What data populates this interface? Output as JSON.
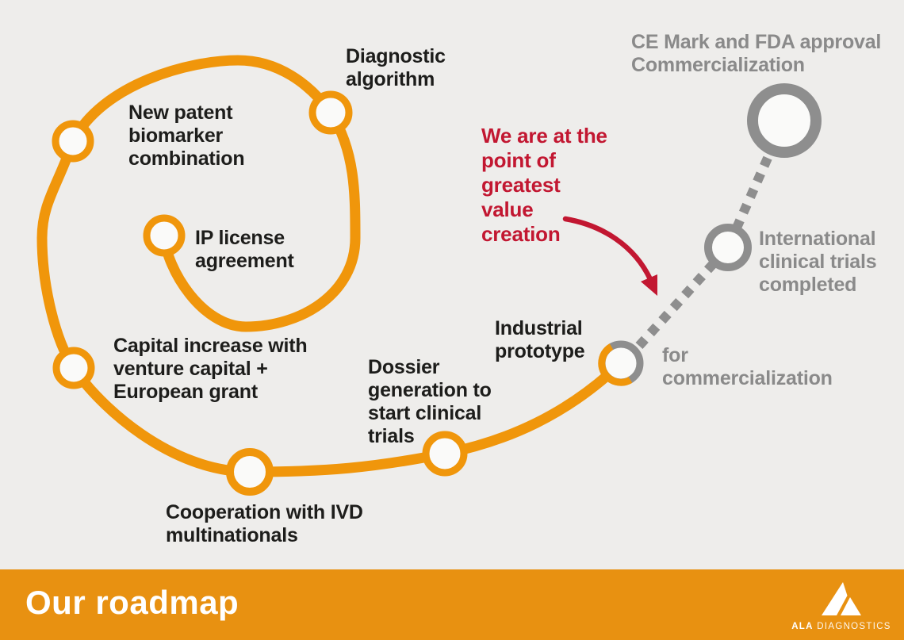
{
  "labels": {
    "ip_license": "IP license\nagreement",
    "diagnostic": "Diagnostic\nalgorithm",
    "new_patent": "New patent\nbiomarker\ncombination",
    "capital_increase": "Capital increase with\nventure capital +\nEuropean grant",
    "cooperation": "Cooperation with IVD\nmultinationals",
    "dossier": "Dossier\ngeneration to\nstart clinical\ntrials",
    "industrial": "Industrial\nprototype",
    "for_commercialization": "for\ncommercialization",
    "international": "International\nclinical trials\ncompleted",
    "ce_mark": "CE Mark and FDA approval\nCommercialization",
    "annotation": "We are at the\npoint of\ngreatest\nvalue\ncreation"
  },
  "milestones": [
    {
      "label": "IP license agreement",
      "status": "completed"
    },
    {
      "label": "Diagnostic algorithm",
      "status": "completed"
    },
    {
      "label": "New patent biomarker combination",
      "status": "completed"
    },
    {
      "label": "Capital increase with venture capital + European grant",
      "status": "completed"
    },
    {
      "label": "Cooperation with IVD multinationals",
      "status": "completed"
    },
    {
      "label": "Dossier generation to start clinical trials",
      "status": "completed"
    },
    {
      "label": "Industrial prototype",
      "status": "current"
    },
    {
      "label": "International clinical trials completed",
      "status": "future"
    },
    {
      "label": "CE Mark and FDA approval Commercialization",
      "status": "future"
    }
  ],
  "footer": {
    "title": "Our roadmap",
    "brand_bold": "ALA",
    "brand_light": "DIAGNOSTICS"
  },
  "colors": {
    "orange": "#F0960B",
    "bar_orange": "#E89111",
    "gray": "#8E8E8E",
    "text_gray": "#8A8A8A",
    "red": "#C21731",
    "background": "#EEEDEB",
    "text_black": "#1D1D1B",
    "node_fill": "#FAFAF9"
  }
}
